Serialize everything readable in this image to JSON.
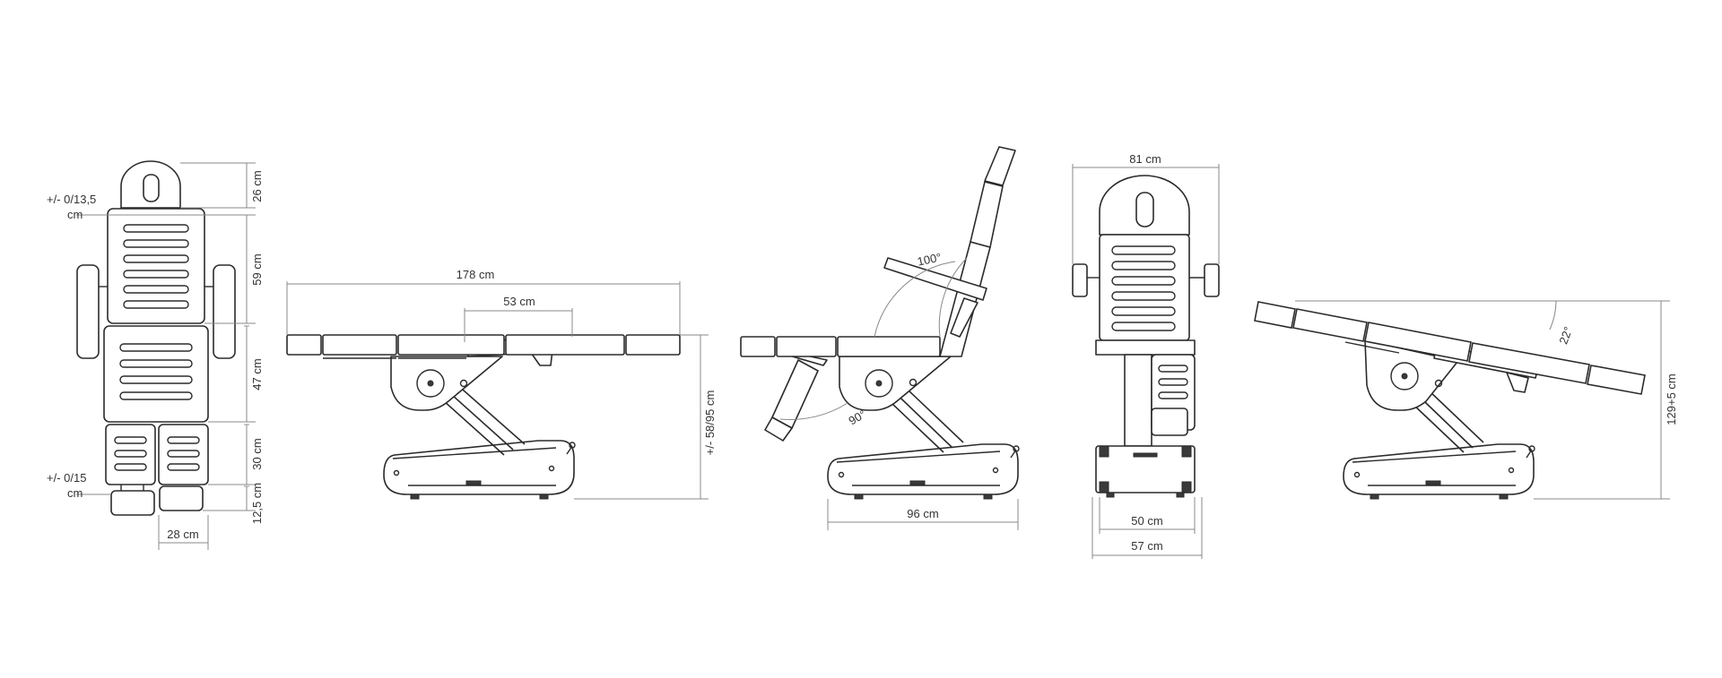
{
  "labels": {
    "top_headrest_height": "26 cm",
    "top_headrest_adjust_line1": "+/- 0/13,5",
    "top_headrest_adjust_line2": "cm",
    "top_backrest_length": "59 cm",
    "top_seat_length": "47 cm",
    "top_leg_length": "30 cm",
    "top_foot_adjust_line1": "+/- 0/15",
    "top_foot_adjust_line2": "cm",
    "top_footrest_length": "12,5 cm",
    "top_leg_width": "28 cm",
    "flat_total_length": "178 cm",
    "flat_armrest_length": "53 cm",
    "flat_height_range": "+/- 58/95  cm",
    "chair_backrest_angle": "100°",
    "chair_leg_angle": "90°",
    "chair_base_length": "96 cm",
    "front_total_width": "81 cm",
    "front_base_inner": "50 cm",
    "front_base_outer": "57 cm",
    "tilt_angle": "22°",
    "tilt_height": "129+5 cm"
  },
  "colors": {
    "line": "#2b2b2b",
    "dimension": "#888888",
    "text": "#333333",
    "background": "#ffffff"
  }
}
